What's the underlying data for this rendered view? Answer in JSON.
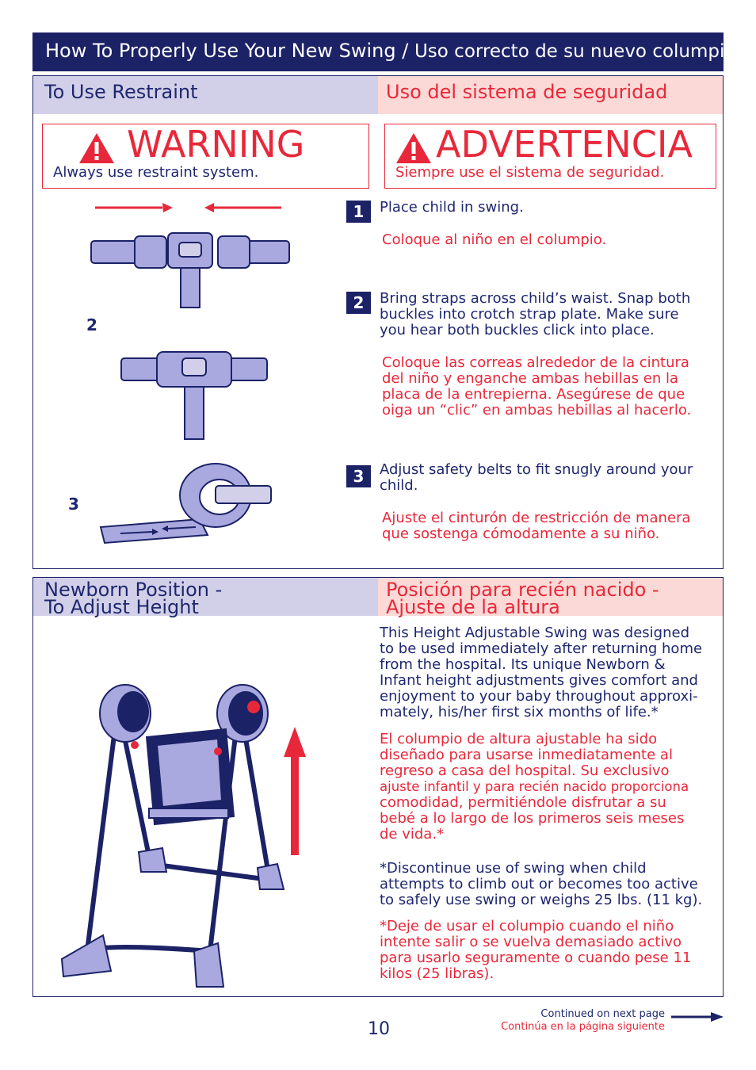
{
  "banner": {
    "title_en": "How To Properly Use Your New Swing /",
    "title_es": "Uso correcto de su nuevo columpio"
  },
  "restraint": {
    "header_en": "To Use Restraint",
    "header_es": "Uso del sistema de seguridad",
    "warning_en": {
      "word": "WARNING",
      "text": "Always use restraint system."
    },
    "warning_es": {
      "word": "ADVERTENCIA",
      "text": "Siempre use el sistema de seguridad."
    },
    "figure_labels": [
      "2",
      "3"
    ],
    "steps": [
      {
        "number": "1",
        "en": [
          "Place child in swing."
        ],
        "es": [
          "Coloque al niño en el columpio."
        ]
      },
      {
        "number": "2",
        "en": [
          "Bring straps across child’s waist. Snap both",
          "buckles into crotch strap plate. Make sure",
          "you hear both buckles click into place."
        ],
        "es": [
          "Coloque las correas alrededor de la cintura",
          "del niño y enganche ambas hebillas en la",
          "placa de la entrepierna. Asegúrese de que",
          "oiga un “clic” en ambas hebillas al hacerlo."
        ]
      },
      {
        "number": "3",
        "en": [
          "Adjust safety belts to fit snugly around your",
          "child."
        ],
        "es": [
          "Ajuste el cinturón de restricción de manera",
          "que sostenga cómodamente a su niño."
        ]
      }
    ]
  },
  "newborn": {
    "header_en": [
      "Newborn Position -",
      "To Adjust Height"
    ],
    "header_es": [
      "Posición para recién nacido -",
      "Ajuste de la altura"
    ],
    "para_en": [
      "This Height Adjustable Swing was designed",
      "to be used immediately after returning home",
      "from the hospital.  Its unique Newborn &",
      "Infant height adjustments gives comfort and",
      "enjoyment to your baby throughout approxi-",
      "mately, his/her first six months of life.*"
    ],
    "para_es": [
      "El columpio de altura ajustable ha sido",
      "diseñado para usarse inmediatamente al",
      "regreso a casa del hospital. Su exclusivo",
      "ajuste infantil y para recién nacido proporciona",
      "comodidad, permitiéndole disfrutar a su",
      "bebé a lo largo de los primeros seis meses",
      "de vida.*"
    ],
    "note_en": [
      "*Discontinue use of swing when child",
      "attempts to climb out or becomes too active",
      "to safely use swing or weighs 25 lbs. (11 kg)."
    ],
    "note_es": [
      "*Deje de usar el columpio cuando el niño",
      "intente salir o se vuelva demasiado activo",
      "para usarlo seguramente o cuando pese 11",
      "kilos (25 libras)."
    ]
  },
  "footer": {
    "page_number": "10",
    "continued_en": "Continued on next page",
    "continued_es": "Continúa en la página siguiente"
  },
  "colors": {
    "navy": "#1c2266",
    "red": "#e8283a",
    "lavender": "#d2d0e8",
    "pink": "#fbd9d6"
  }
}
